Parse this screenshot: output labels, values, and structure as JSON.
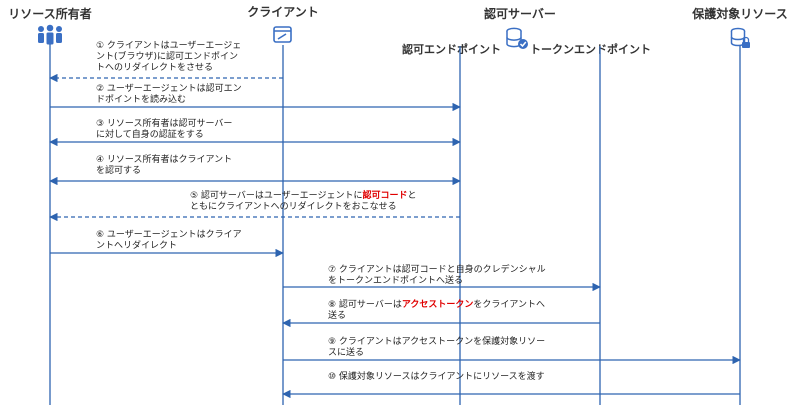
{
  "actors": {
    "owner": "リソース所有者",
    "client": "クライアント",
    "authserver": "認可サーバー",
    "resource": "保護対象リソース"
  },
  "endpoints": {
    "authorization": "認可エンドポイント",
    "token": "トークンエンドポイント"
  },
  "colors": {
    "line": "#2e64b0",
    "icon": "#3a6fc4",
    "highlight": "#e00000"
  },
  "icons": {
    "owner": "people-icon",
    "client": "browser-app-icon",
    "authserver": "database-check-icon",
    "resource": "database-lock-icon"
  },
  "steps": [
    {
      "id": "1",
      "from": "client",
      "to": "owner",
      "dashed": true,
      "lines": [
        [
          {
            "t": "① クライアントはユーザーエージェ"
          }
        ],
        [
          {
            "t": "ント(ブラウザ)に認可エンドポイン"
          }
        ],
        [
          {
            "t": "トへのリダイレクトをさせる"
          }
        ]
      ]
    },
    {
      "id": "2",
      "from": "owner",
      "to": "authserver",
      "dashed": false,
      "lines": [
        [
          {
            "t": "② ユーザーエージェントは認可エン"
          }
        ],
        [
          {
            "t": "ドポイントを読み込む"
          }
        ]
      ]
    },
    {
      "id": "3",
      "from": "owner",
      "to": "authserver",
      "both": true,
      "dashed": false,
      "lines": [
        [
          {
            "t": "③ リソース所有者は認可サーバー"
          }
        ],
        [
          {
            "t": "に対して自身の認証をする"
          }
        ]
      ]
    },
    {
      "id": "4",
      "from": "owner",
      "to": "authserver",
      "both": true,
      "dashed": false,
      "lines": [
        [
          {
            "t": "④ リソース所有者はクライアント"
          }
        ],
        [
          {
            "t": "を認可する"
          }
        ]
      ]
    },
    {
      "id": "5",
      "from": "authserver",
      "to": "owner",
      "dashed": true,
      "lines": [
        [
          {
            "t": "⑤ 認可サーバーはユーザーエージェントに"
          },
          {
            "t": "認可コード",
            "hl": true
          },
          {
            "t": "と"
          }
        ],
        [
          {
            "t": "ともにクライアントへのリダイレクトをおこなせる"
          }
        ]
      ]
    },
    {
      "id": "6",
      "from": "owner",
      "to": "client",
      "dashed": false,
      "lines": [
        [
          {
            "t": "⑥ ユーザーエージェントはクライア"
          }
        ],
        [
          {
            "t": "ントへリダイレクト"
          }
        ]
      ]
    },
    {
      "id": "7",
      "from": "client",
      "to": "token",
      "dashed": false,
      "lines": [
        [
          {
            "t": "⑦ クライアントは認可コードと自身のクレデンシャル"
          }
        ],
        [
          {
            "t": "をトークンエンドポイントへ送る"
          }
        ]
      ]
    },
    {
      "id": "8",
      "from": "token",
      "to": "client",
      "dashed": false,
      "lines": [
        [
          {
            "t": "⑧ 認可サーバーは"
          },
          {
            "t": "アクセストークン",
            "hl": true
          },
          {
            "t": "をクライアントへ"
          }
        ],
        [
          {
            "t": "送る"
          }
        ]
      ]
    },
    {
      "id": "9",
      "from": "client",
      "to": "resource",
      "dashed": false,
      "lines": [
        [
          {
            "t": "⑨ クライアントはアクセストークンを保護対象リソー"
          }
        ],
        [
          {
            "t": "スに送る"
          }
        ]
      ]
    },
    {
      "id": "10",
      "from": "resource",
      "to": "client",
      "dashed": false,
      "lines": [
        [
          {
            "t": "⑩ 保護対象リソースはクライアントにリソースを渡す"
          }
        ]
      ]
    }
  ]
}
